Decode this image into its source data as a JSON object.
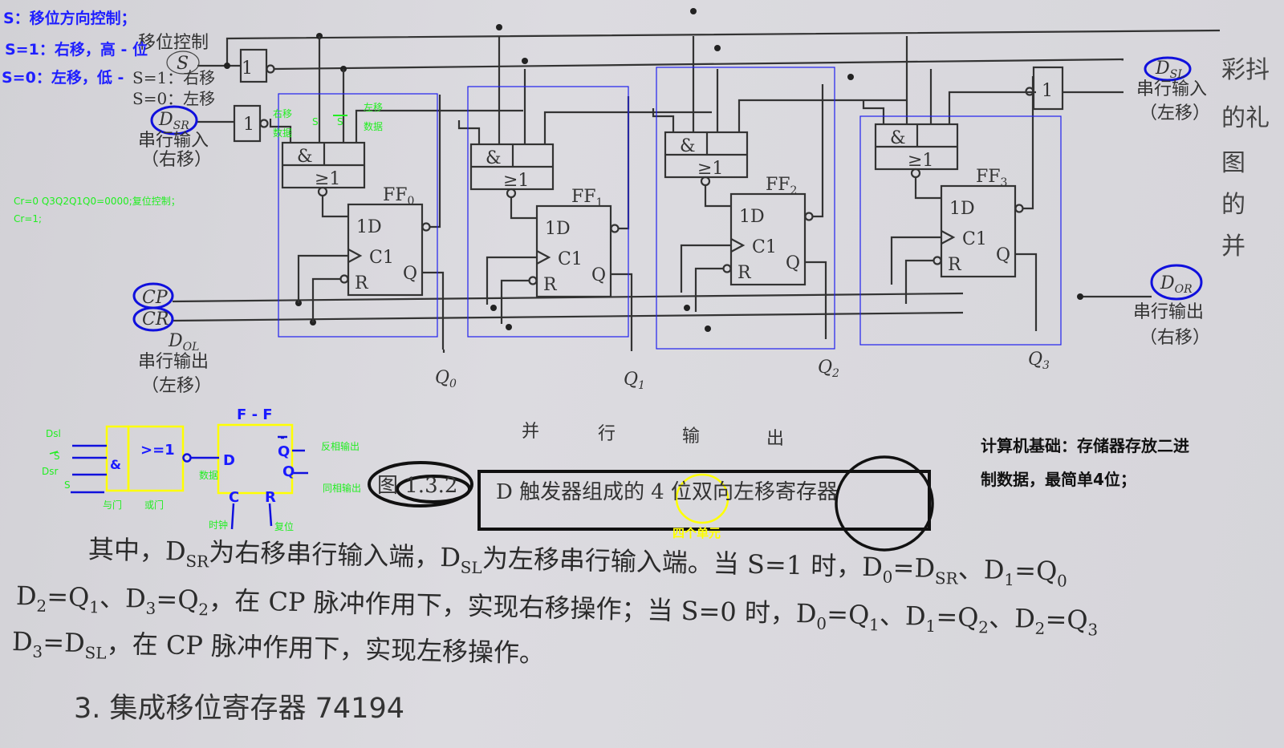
{
  "annotations_blue": {
    "line1": "S：移位方向控制；",
    "line2": "S=1：右移，高 - 位",
    "line3": "S=0：左移，低 -"
  },
  "annotations_green": {
    "reset_line1": "Cr=0  Q3Q2Q1Q0=0000;复位控制；",
    "reset_line2": "Cr=1;",
    "right_shift": "右移",
    "right_data": "数据",
    "s": "S",
    "s_bar": "S",
    "left_shift": "左移",
    "left_data": "数据"
  },
  "circuit": {
    "shift_control": "移位控制",
    "s_label": "S",
    "s1": "S=1：右移",
    "s0": "S=0：左移",
    "dsr": {
      "main": "D",
      "sub": "SR"
    },
    "dsr_desc1": "串行输入",
    "dsr_desc2": "（右移）",
    "cp": "CP",
    "cr": "CR",
    "dol": {
      "main": "D",
      "sub": "OL"
    },
    "dol_desc1": "串行输出",
    "dol_desc2": "（左移）",
    "dsl": {
      "main": "D",
      "sub": "SL"
    },
    "dsl_desc1": "串行输入",
    "dsl_desc2": "（左移）",
    "dor": {
      "main": "D",
      "sub": "OR"
    },
    "dor_desc1": "串行输出",
    "dor_desc2": "（右移）",
    "not_gate": "1",
    "and_label": "&",
    "or_label": "≥1",
    "d_in": "1D",
    "clk": "C1",
    "reset": "R",
    "q": "Q",
    "stages": [
      {
        "ff": "FF",
        "idx": "0",
        "q": "Q",
        "qidx": "0"
      },
      {
        "ff": "FF",
        "idx": "1",
        "q": "Q",
        "qidx": "1"
      },
      {
        "ff": "FF",
        "idx": "2",
        "q": "Q",
        "qidx": "2"
      },
      {
        "ff": "FF",
        "idx": "3",
        "q": "Q",
        "qidx": "3"
      }
    ],
    "parallel_output": [
      "并",
      "行",
      "输",
      "出"
    ]
  },
  "mini_diagram": {
    "title": "F - F",
    "inputs": [
      "Dsl",
      "S",
      "Dsr",
      "S"
    ],
    "and": "&",
    "or": ">=1",
    "and_caption": "与门",
    "or_caption": "或门",
    "d": "D",
    "data": "数据",
    "qbar": "Q",
    "q": "Q",
    "qbar_desc": "反相输出",
    "q_desc": "同相输出",
    "c": "C",
    "r": "R",
    "clock": "时钟",
    "reset": "复位"
  },
  "caption": {
    "figure_no": "图 1.3.2",
    "title_prefix": "D 触发器组成的",
    "title_highlight": "4 位",
    "title_suffix": "双向左移寄存器",
    "units_note": "四个单元"
  },
  "note": {
    "line1": "计算机基础：存储器存放二进",
    "line2": "制数据，最简单4位；"
  },
  "body": {
    "lines": [
      [
        [
          "其中，D"
        ],
        [
          "SR",
          "sub"
        ],
        [
          "为右移串行输入端，D"
        ],
        [
          "SL",
          "sub"
        ],
        [
          "为左移串行输入端。当 S=1 时，D"
        ],
        [
          "0",
          "sub"
        ],
        [
          "=D"
        ],
        [
          "SR",
          "sub"
        ],
        [
          "、D"
        ],
        [
          "1",
          "sub"
        ],
        [
          "=Q"
        ],
        [
          "0",
          "sub"
        ]
      ],
      [
        [
          "D"
        ],
        [
          "2",
          "sub"
        ],
        [
          "=Q"
        ],
        [
          "1",
          "sub"
        ],
        [
          "、D"
        ],
        [
          "3",
          "sub"
        ],
        [
          "=Q"
        ],
        [
          "2",
          "sub"
        ],
        [
          "，在 CP 脉冲作用下，实现右移操作；当 S=0 时，D"
        ],
        [
          "0",
          "sub"
        ],
        [
          "=Q"
        ],
        [
          "1",
          "sub"
        ],
        [
          "、D"
        ],
        [
          "1",
          "sub"
        ],
        [
          "=Q"
        ],
        [
          "2",
          "sub"
        ],
        [
          "、D"
        ],
        [
          "2",
          "sub"
        ],
        [
          "=Q"
        ],
        [
          "3",
          "sub"
        ]
      ],
      [
        [
          "D"
        ],
        [
          "3",
          "sub"
        ],
        [
          "=D"
        ],
        [
          "SL",
          "sub"
        ],
        [
          "，在 CP 脉冲作用下，实现左移操作。"
        ]
      ]
    ],
    "heading": "3.  集成移位寄存器 74194"
  },
  "edge_text": [
    "彩抖",
    "的礼",
    "图",
    "的",
    "并"
  ],
  "colors": {
    "annotation_blue": "#1f1fff",
    "annotation_green": "#22ee22",
    "highlight_yellow": "#ffff00",
    "ink": "#333333"
  }
}
